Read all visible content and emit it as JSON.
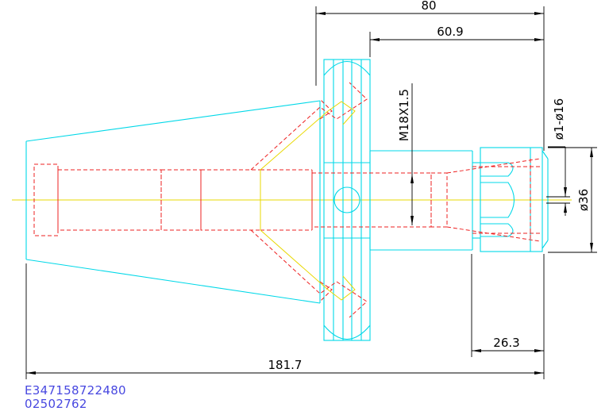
{
  "dimensions": {
    "overall_length": "181.7",
    "flange_to_end": "80",
    "body_length": "60.9",
    "nut_length": "26.3",
    "thread": "M18X1.5",
    "collet_range": "ø1-ø16",
    "nut_diameter": "ø36"
  },
  "codes": {
    "line1": "E347158722480",
    "line2": "02502762"
  },
  "colors": {
    "outline": "#00d8e8",
    "hidden": "#ee2020",
    "center": "#e8d800",
    "dimension": "#000000",
    "code_text": "#4848e0"
  }
}
